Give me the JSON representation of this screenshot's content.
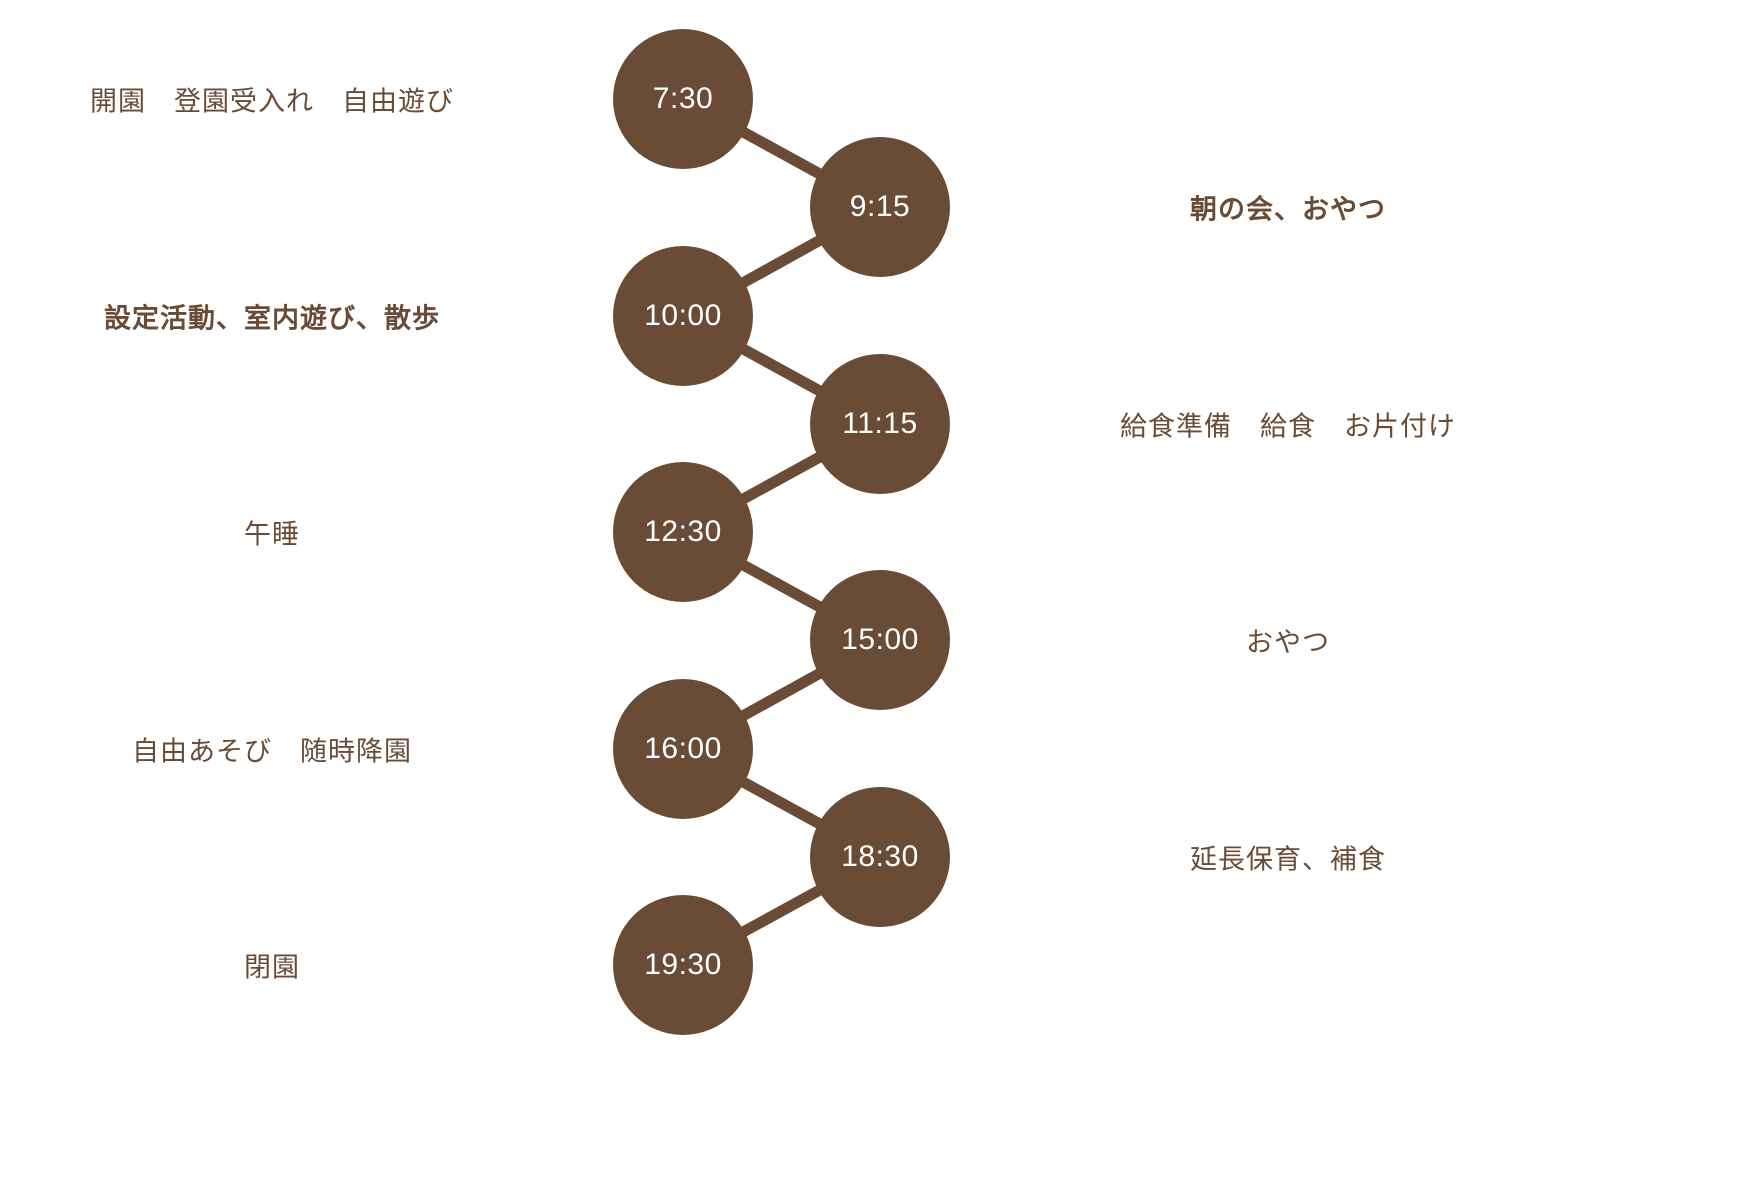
{
  "page": {
    "background": "#ffffff",
    "description": "保育園の一日のスケジュール（タイムライン図）"
  },
  "timeline": {
    "node_color": "#6a4b35",
    "connector_color": "#6a4b35",
    "time_text_color": "#ffffff",
    "label_color": "#6a4b35",
    "nodes": [
      {
        "time": "7:30",
        "side": "left",
        "label": "開園　登園受入れ　自由遊び",
        "label_side": "left",
        "label_bold": false
      },
      {
        "time": "9:15",
        "side": "right",
        "label": "朝の会、おやつ",
        "label_side": "right",
        "label_bold": true
      },
      {
        "time": "10:00",
        "side": "left",
        "label": "設定活動、室内遊び、散歩",
        "label_side": "left",
        "label_bold": true
      },
      {
        "time": "11:15",
        "side": "right",
        "label": "給食準備　給食　お片付け",
        "label_side": "right",
        "label_bold": false
      },
      {
        "time": "12:30",
        "side": "left",
        "label": "午睡",
        "label_side": "left",
        "label_bold": false
      },
      {
        "time": "15:00",
        "side": "right",
        "label": "おやつ",
        "label_side": "right",
        "label_bold": false
      },
      {
        "time": "16:00",
        "side": "left",
        "label": "自由あそび　随時降園",
        "label_side": "left",
        "label_bold": false
      },
      {
        "time": "18:30",
        "side": "right",
        "label": "延長保育、補食",
        "label_side": "right",
        "label_bold": false
      },
      {
        "time": "19:30",
        "side": "left",
        "label": "閉園",
        "label_side": "left",
        "label_bold": false
      }
    ]
  }
}
